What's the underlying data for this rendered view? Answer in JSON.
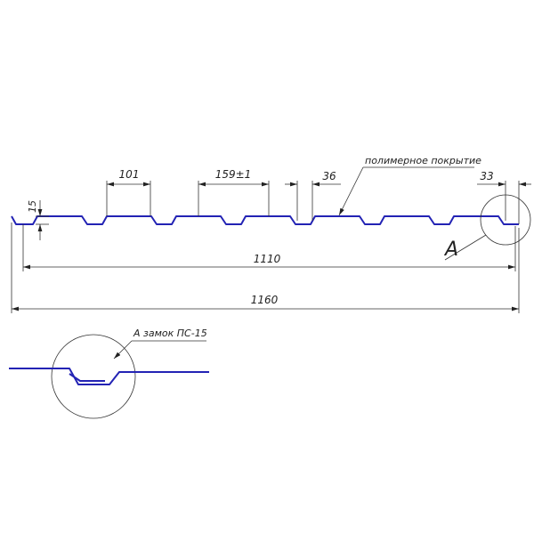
{
  "drawing": {
    "dimensions": {
      "height": "15",
      "crest_width": "101",
      "pitch": "159±1",
      "trough_width": "36",
      "edge": "33",
      "working_width": "1110",
      "total_width": "1160"
    },
    "coating_label": "полимерное покрытие",
    "detail_marker": "А",
    "detail_label": "А замок ПС-15",
    "colors": {
      "profile": "#2323b4",
      "lines": "#333333"
    }
  }
}
